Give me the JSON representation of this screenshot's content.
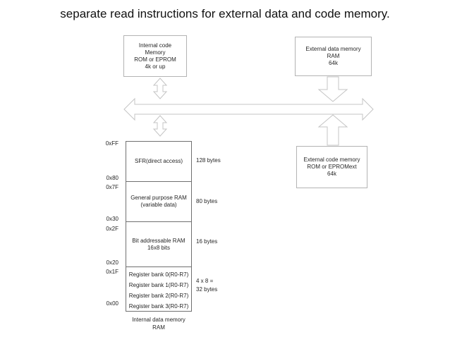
{
  "title": "separate read instructions for external data and code memory.",
  "boxes": {
    "internal_code": {
      "line1": "Internal code",
      "line2": "Memory",
      "line3": "ROM or EPROM",
      "line4": "4k or up"
    },
    "external_data": {
      "line1": "External data memory",
      "line2": "RAM",
      "line3": "64k"
    },
    "external_code": {
      "line1": "External code memory",
      "line2": "ROM or EPROMext",
      "line3": "64k"
    }
  },
  "memory_map": {
    "sfr": {
      "label": "SFR(direct access)",
      "size": "128 bytes",
      "addr_top": "0xFF",
      "addr_bottom": "0x80"
    },
    "general_purpose": {
      "label1": "General purpose RAM",
      "label2": "(variable data)",
      "size": "80 bytes",
      "addr_top": "0x7F",
      "addr_bottom": "0x30"
    },
    "bit_addressable": {
      "label1": "Bit addressable RAM",
      "label2": "16x8 bits",
      "size": "16 bytes",
      "addr_top": "0x2F",
      "addr_bottom": "0x20"
    },
    "register_banks": {
      "rows": [
        "Register bank 0(R0-R7)",
        "Register bank 1(R0-R7)",
        "Register bank 2(R0-R7)",
        "Register bank 3(R0-R7)"
      ],
      "size_line1": "4 x 8 =",
      "size_line2": "32 bytes",
      "addr_top": "0x1F",
      "addr_bottom": "0x00"
    },
    "caption_line1": "Internal data memory",
    "caption_line2": "RAM"
  },
  "colors": {
    "title_text": "#111111",
    "body_text": "#262626",
    "box_border_light": "#b3b3b3",
    "map_border": "#707070",
    "arrow_outline": "#c4c4c4",
    "background": "#ffffff"
  }
}
